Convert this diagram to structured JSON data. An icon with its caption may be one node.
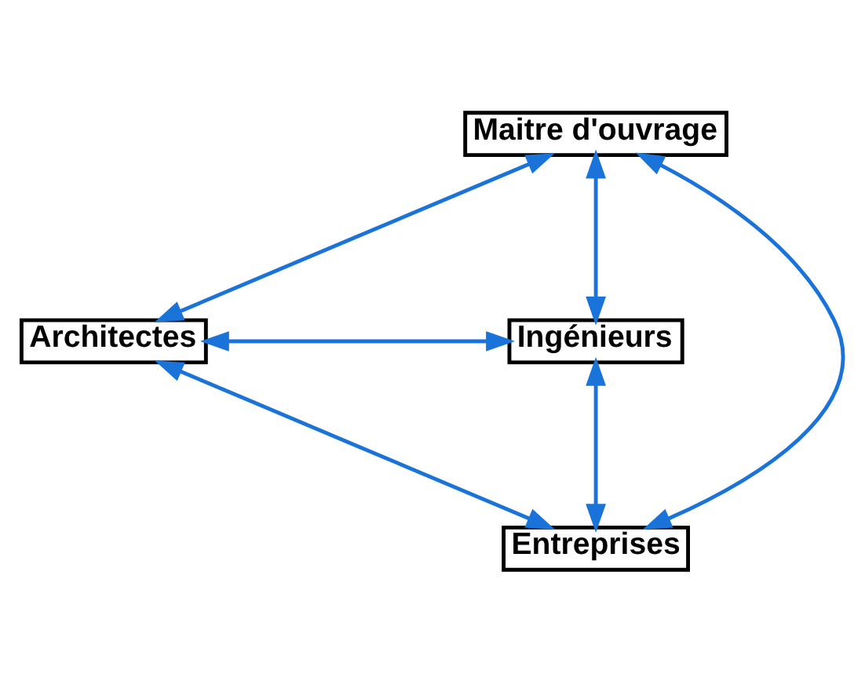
{
  "diagram": {
    "nodes": [
      {
        "text": [
          "Maitre d'ouvrage"
        ]
      },
      {
        "text": [
          "Architectes"
        ]
      },
      {
        "text": [
          "Ingénieurs"
        ]
      },
      {
        "text": [
          "Entreprises"
        ]
      }
    ],
    "edges": [
      {
        "from": 0,
        "to": 1,
        "arrow": "both"
      },
      {
        "from": 0,
        "to": 2,
        "arrow": "both"
      },
      {
        "from": 1,
        "to": 3,
        "arrow": "both"
      },
      {
        "from": 2,
        "to": 3,
        "arrow": "both"
      },
      {
        "from": 0,
        "to": 3,
        "arrow": "both"
      },
      {
        "from": 1,
        "to": 2,
        "arrow": "both"
      }
    ]
  }
}
